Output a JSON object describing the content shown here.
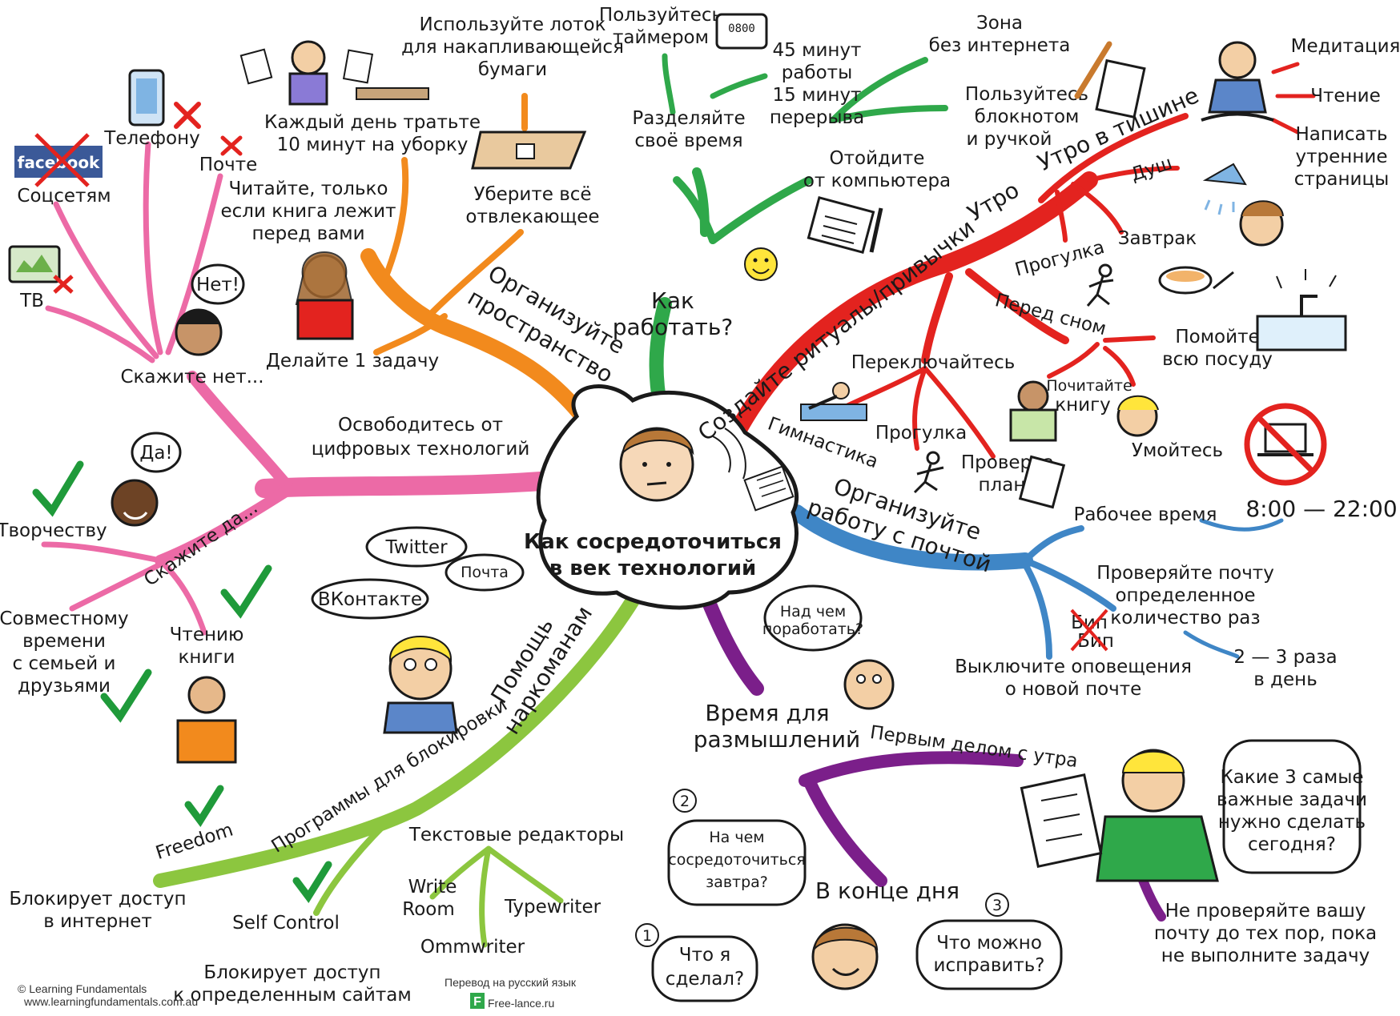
{
  "center": {
    "line1": "Как сосредоточиться",
    "line2": "в век технологий"
  },
  "colors": {
    "pink": "#ec6aa6",
    "orange": "#f28a1d",
    "green": "#2fa84a",
    "red": "#e3231f",
    "blue": "#3f86c6",
    "purple": "#7b1f8a",
    "lime": "#8cc63f",
    "check": "#1f9a3a"
  },
  "pink": {
    "title1": "Освободитесь от",
    "title2": "цифровых технологий",
    "say_no": "Скажите нет...",
    "no_bubble": "Нет!",
    "phones": "Телефону",
    "mail": "Почте",
    "social": "Соцсетям",
    "tv": "ТВ",
    "facebook": "facebook",
    "say_yes": "Скажите да...",
    "yes_bubble": "Да!",
    "creativity": "Творчеству",
    "family1": "Совместному",
    "family2": "времени",
    "family3": "с семьей и",
    "family4": "друзьями",
    "reading1": "Чтению",
    "reading2": "книги"
  },
  "orange": {
    "title1": "Организуйте",
    "title2": "пространство",
    "cleanup1": "Каждый день тратьте",
    "cleanup2": "10 минут на уборку",
    "tray1": "Используйте лоток",
    "tray2": "для накапливающейся",
    "tray3": "бумаги",
    "read1": "Читайте, только",
    "read2": "если книга лежит",
    "read3": "перед вами",
    "remove1": "Уберите всё",
    "remove2": "отвлекающее",
    "one_task": "Делайте 1 задачу"
  },
  "green": {
    "title1": "Как",
    "title2": "работать?",
    "timer1": "Пользуйтесь",
    "timer2": "таймером",
    "timer_display": "0800",
    "minutes1": "45 минут",
    "minutes2": "работы",
    "minutes3": "15 минут",
    "minutes4": "перерыва",
    "divide1": "Разделяйте",
    "divide2": "своё время",
    "nonet1": "Зона",
    "nonet2": "без интернета",
    "notebook1": "Пользуйтесь",
    "notebook2": "блокнотом",
    "notebook3": "и ручкой",
    "away1": "Отойдите",
    "away2": "от компьютера"
  },
  "red": {
    "title": "Создайте ритуалы/привычки",
    "morning": "Утро",
    "quiet_morning": "Утро в тишине",
    "meditation": "Медитация",
    "reading": "Чтение",
    "pages1": "Написать",
    "pages2": "утренние",
    "pages3": "страницы",
    "shower": "Душ",
    "walk": "Прогулка",
    "breakfast": "Завтрак",
    "before_sleep": "Перед сном",
    "dishes1": "Помойте",
    "dishes2": "всю посуду",
    "read_book1": "Почитайте",
    "read_book2": "книгу",
    "wash": "Умойтесь",
    "switch": "Переключайтесь",
    "gym": "Гимнастика",
    "walk2": "Прогулка",
    "plan1": "Проверка",
    "plan2": "плана"
  },
  "blue": {
    "title1": "Организуйте",
    "title2": "работу с почтой",
    "work_time": "Рабочее время",
    "hours": "8:00 — 22:00",
    "check1": "Проверяйте почту",
    "check2": "определенное",
    "check3": "количество раз",
    "times1": "2 — 3 раза",
    "times2": "в день",
    "beep": "Бип",
    "notify1": "Выключите оповещения",
    "notify2": "о новой почте"
  },
  "purple": {
    "title1": "Время для",
    "title2": "размышлений",
    "first_thing": "Первым делом с утра",
    "q3_1": "Какие 3 самые",
    "q3_2": "важные задачи",
    "q3_3": "нужно сделать",
    "q3_4": "сегодня?",
    "dont1": "Не проверяйте вашу",
    "dont2": "почту до тех пор, пока",
    "dont3": "не выполните задачу",
    "end_day": "В конце дня",
    "n1": "1",
    "n2": "2",
    "n3": "3",
    "did1": "Что я",
    "did2": "сделал?",
    "focus1": "На чем",
    "focus2": "сосредоточиться",
    "focus3": "завтра?",
    "fix1": "Что можно",
    "fix2": "исправить?",
    "work_on1": "Над чем",
    "work_on2": "поработать?"
  },
  "lime": {
    "title1": "Помощь",
    "title2": "наркоманам",
    "twitter": "Twitter",
    "mail": "Почта",
    "vk": "ВКонтакте",
    "blockers": "Программы для блокировки",
    "freedom": "Freedom",
    "freedom_desc1": "Блокирует доступ",
    "freedom_desc2": "в интернет",
    "selfcontrol": "Self Control",
    "sc_desc1": "Блокирует доступ",
    "sc_desc2": "к определенным сайтам",
    "editors": "Текстовые редакторы",
    "writeroom1": "Write",
    "writeroom2": "Room",
    "typewriter": "Typewriter",
    "ommwriter": "Ommwriter"
  },
  "footer": {
    "copyright": "© Learning Fundamentals",
    "url": "www.learningfundamentals.com.au",
    "translation": "Перевод на русский язык",
    "site": "Free-lance.ru",
    "site_letter": "F"
  }
}
